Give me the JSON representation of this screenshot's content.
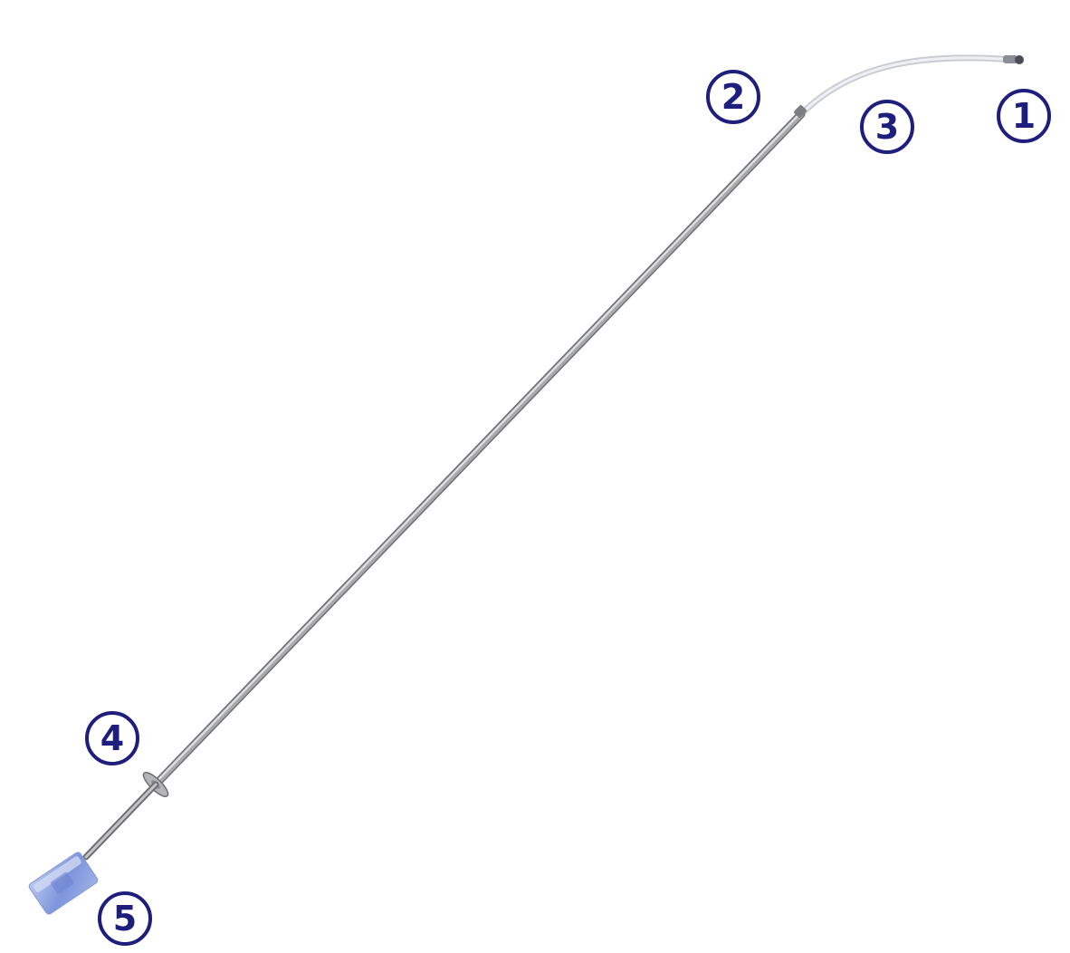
{
  "colors": {
    "background": "#ffffff",
    "callout": "#1e1f7c",
    "steel_dark": "#6f6f73",
    "steel_mid": "#a9aaae",
    "steel_light": "#e2e3e6",
    "tip_tube": "#d8dbe0",
    "tip_ball": "#4a4d58",
    "handle_blue": "#7d95dc",
    "handle_light": "#b9c7ef"
  },
  "callouts": [
    {
      "id": "1",
      "label": "1"
    },
    {
      "id": "2",
      "label": "2"
    },
    {
      "id": "3",
      "label": "3"
    },
    {
      "id": "4",
      "label": "4"
    },
    {
      "id": "5",
      "label": "5"
    }
  ]
}
